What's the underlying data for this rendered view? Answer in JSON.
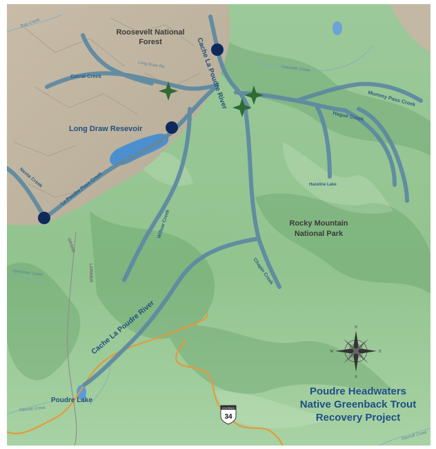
{
  "title": {
    "line1": "Poudre Headwaters",
    "line2": "Native Greenback Trout",
    "line3": "Recovery Project"
  },
  "areas": {
    "forest_line1": "Roosevelt National",
    "forest_line2": "Forest",
    "park_line1": "Rocky Mountain",
    "park_line2": "National Park"
  },
  "water": {
    "reservoir": "Long Draw Resevoir",
    "lake": "Poudre Lake",
    "small_lake": "Hazeline Lake"
  },
  "rivers": {
    "cache_upper": "Cache La Poudre River",
    "cache_lower": "Cache La Poudre River",
    "corral": "Corral Creek",
    "mummy_pass": "Mummy Pass Creek",
    "hague": "Hague Creek",
    "neota": "Neota Creek",
    "la_poudre_pass": "La Poudre Pass Creek",
    "willow": "Willow Creek",
    "chapin": "Chapin Creek"
  },
  "faint_labels": {
    "trap_creek": "Trap Creek",
    "cascade_creek": "Cascade Creek",
    "long_draw_road": "Long Draw Rd",
    "specimen_creek": "Specimen Creek",
    "squeak_creek": "Squeak Creek",
    "sawmill_creek": "Sawmill Creek",
    "grand": "GRAND",
    "larimer": "LARIMER"
  },
  "highway": {
    "state": "COLORADO",
    "number": "34"
  },
  "compass": {
    "n": "N",
    "s": "S",
    "e": "E",
    "w": "W"
  },
  "colors": {
    "river": "#5f8aa2",
    "marker_circle": "#0e2a5c",
    "marker_star": "#2f6b32",
    "road": "#e49a3a",
    "title": "#1f4e86",
    "terrain_green": "#8dc088"
  }
}
